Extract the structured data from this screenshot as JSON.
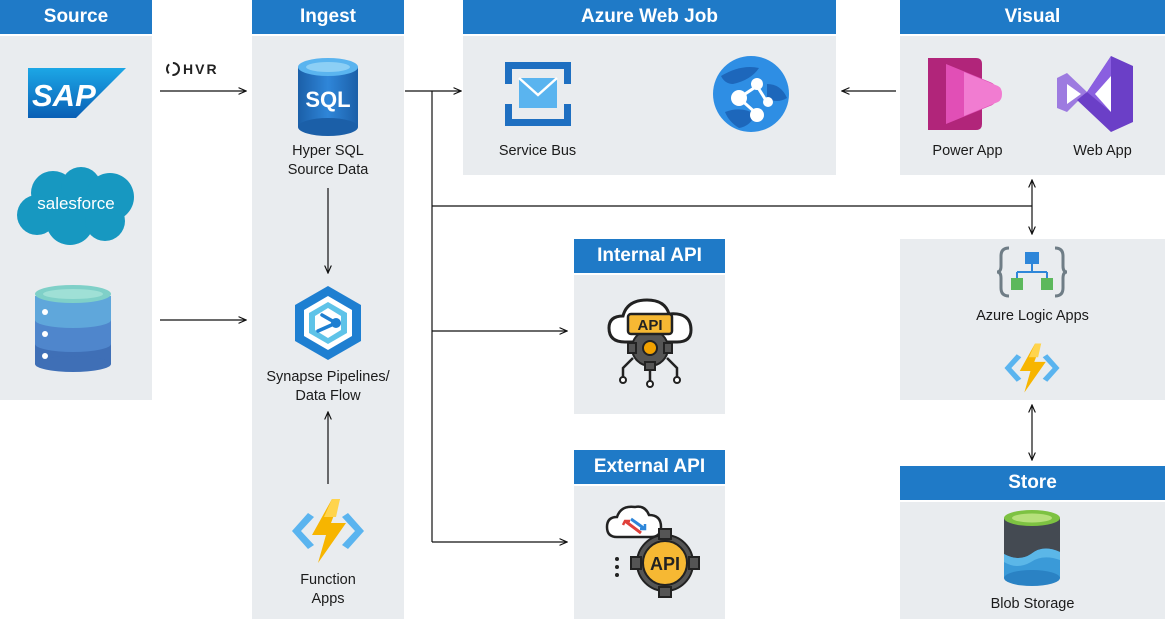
{
  "panels": {
    "source": "Source",
    "ingest": "Ingest",
    "webjob": "Azure Web Job",
    "visual": "Visual",
    "internal_api": "Internal API",
    "external_api": "External API",
    "store": "Store"
  },
  "labels": {
    "hvr": "HVR",
    "sap": "SAP",
    "salesforce": "salesforce",
    "sql_icon": "SQL",
    "hyper_sql": "Hyper SQL\nSource Data",
    "synapse": "Synapse Pipelines/\nData Flow",
    "function_apps": "Function\nApps",
    "service_bus": "Service Bus",
    "power_app": "Power App",
    "web_app": "Web App",
    "logic_apps": "Azure Logic Apps",
    "blob_storage": "Blob Storage",
    "api_badge": "API"
  },
  "colors": {
    "header_blue": "#1f7ac7",
    "panel_gray": "#e9ecef",
    "azure_blue": "#1570c7"
  }
}
